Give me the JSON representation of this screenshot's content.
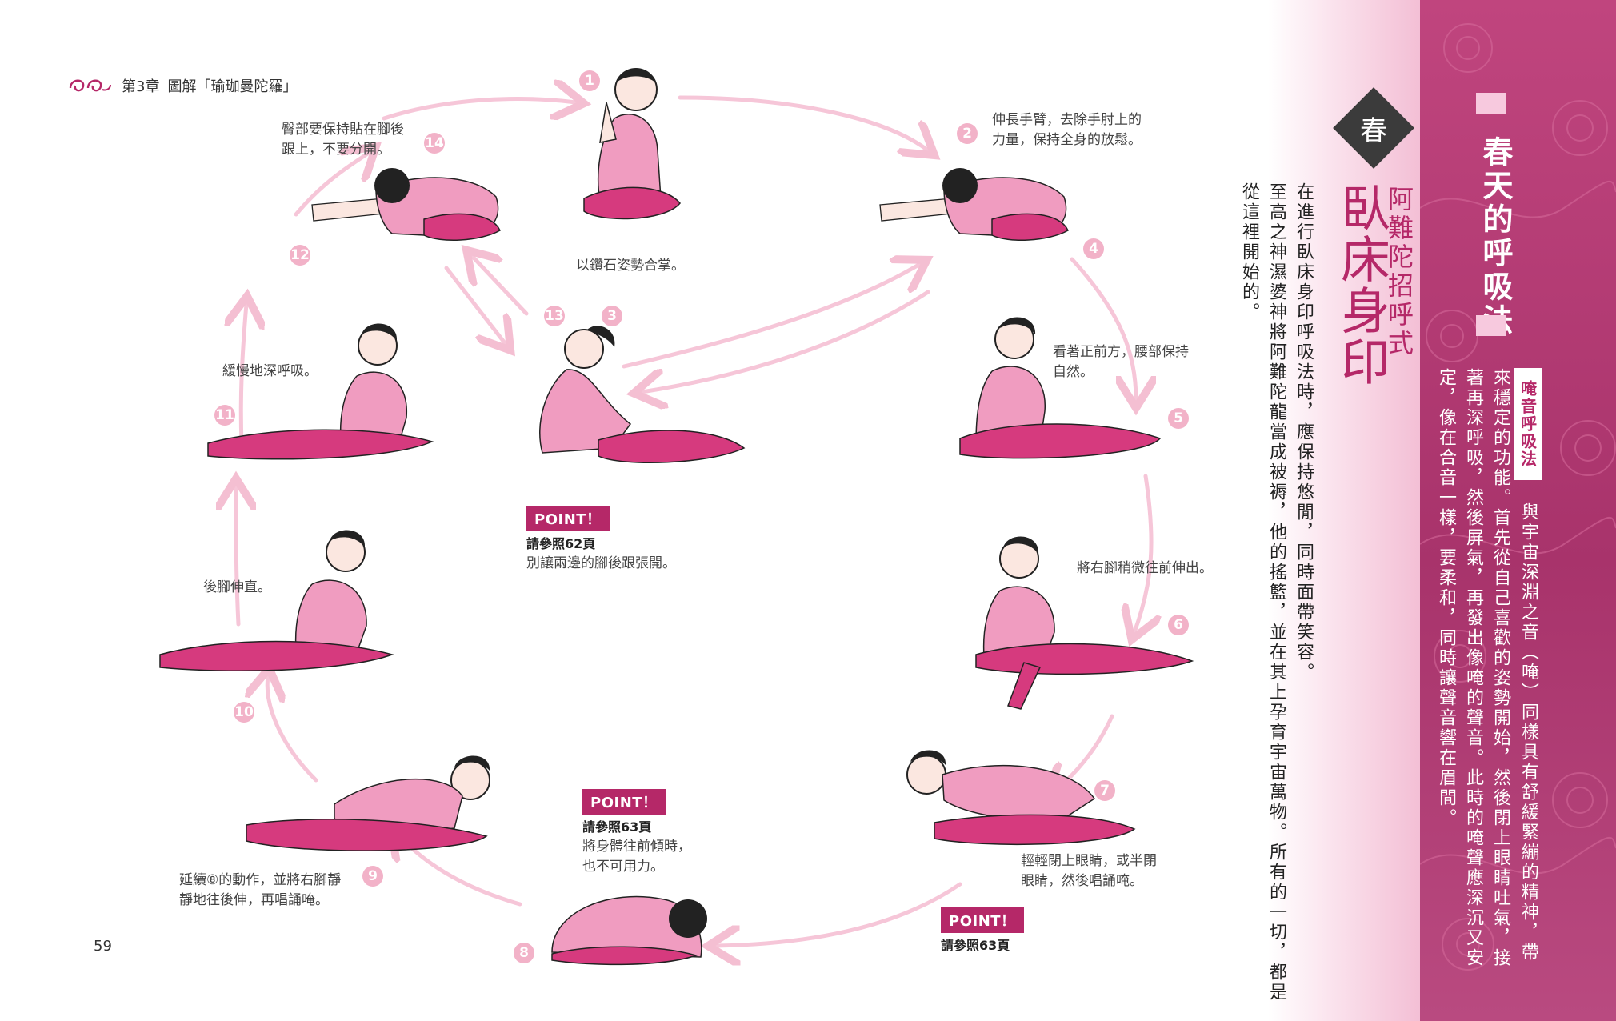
{
  "header": {
    "chapter": "第3章",
    "title": "圖解「瑜珈曼陀羅」"
  },
  "page_number": "59",
  "steps": {
    "n1": "1",
    "n2": "2",
    "n3": "3",
    "n4": "4",
    "n5": "5",
    "n6": "6",
    "n7": "7",
    "n8": "8",
    "n9": "9",
    "n10": "10",
    "n11": "11",
    "n12": "12",
    "n13": "13",
    "n14": "14"
  },
  "captions": {
    "c1": "以鑽石姿勢合掌。",
    "c2": "伸長手臂，去除手肘上的\n力量，保持全身的放鬆。",
    "c5": "看著正前方，腰部保持\n自然。",
    "c6": "將右腳稍微往前伸出。",
    "c7": "輕輕閉上眼睛，或半閉\n眼睛，然後唱誦唵。",
    "c9": "延續⑧的動作，並將右腳靜\n靜地往後伸，再唱誦唵。",
    "c10": "後腳伸直。",
    "c11": "緩慢地深呼吸。",
    "c14": "臀部要保持貼在腳後\n跟上，不要分開。"
  },
  "points": [
    {
      "label": "POINT！",
      "ref": "請參照62頁",
      "note": "別讓兩邊的腳後跟張開。"
    },
    {
      "label": "POINT！",
      "ref": "請參照63頁",
      "note": "將身體往前傾時，\n也不可用力。"
    },
    {
      "label": "POINT！",
      "ref": "請參照63頁"
    }
  ],
  "intro": {
    "season": "春",
    "subtitle": "阿難陀招呼式",
    "title": "臥床身印",
    "col1": "在進行臥床身印呼吸法時，應保持悠閒，同時面帶笑容。",
    "col2": "至高之神濕婆神將阿難陀龍當成被褥，他的搖籃，並在其上孕育宇宙萬物。所有的一切，都是",
    "col3": "從這裡開始的。"
  },
  "sidebar": {
    "title": "春天的呼吸法",
    "label": "唵音呼吸法",
    "col1": "與宇宙深淵之音（唵）同樣具有舒緩緊繃的精神，帶",
    "col2": "來穩定的功能。首先從自己喜歡的姿勢開始，然後閉上眼睛吐氣，接",
    "col3": "著再深呼吸，然後屏氣，再發出像唵的聲音。此時的唵聲應深沉又安",
    "col4": "定，像在合音一樣，要柔和，同時讓聲音響在眉間。"
  },
  "colors": {
    "accent": "#b52868",
    "pink_light": "#f2b2c8",
    "figure_pink": "#f09cc0",
    "figure_magenta": "#d63a7e"
  }
}
